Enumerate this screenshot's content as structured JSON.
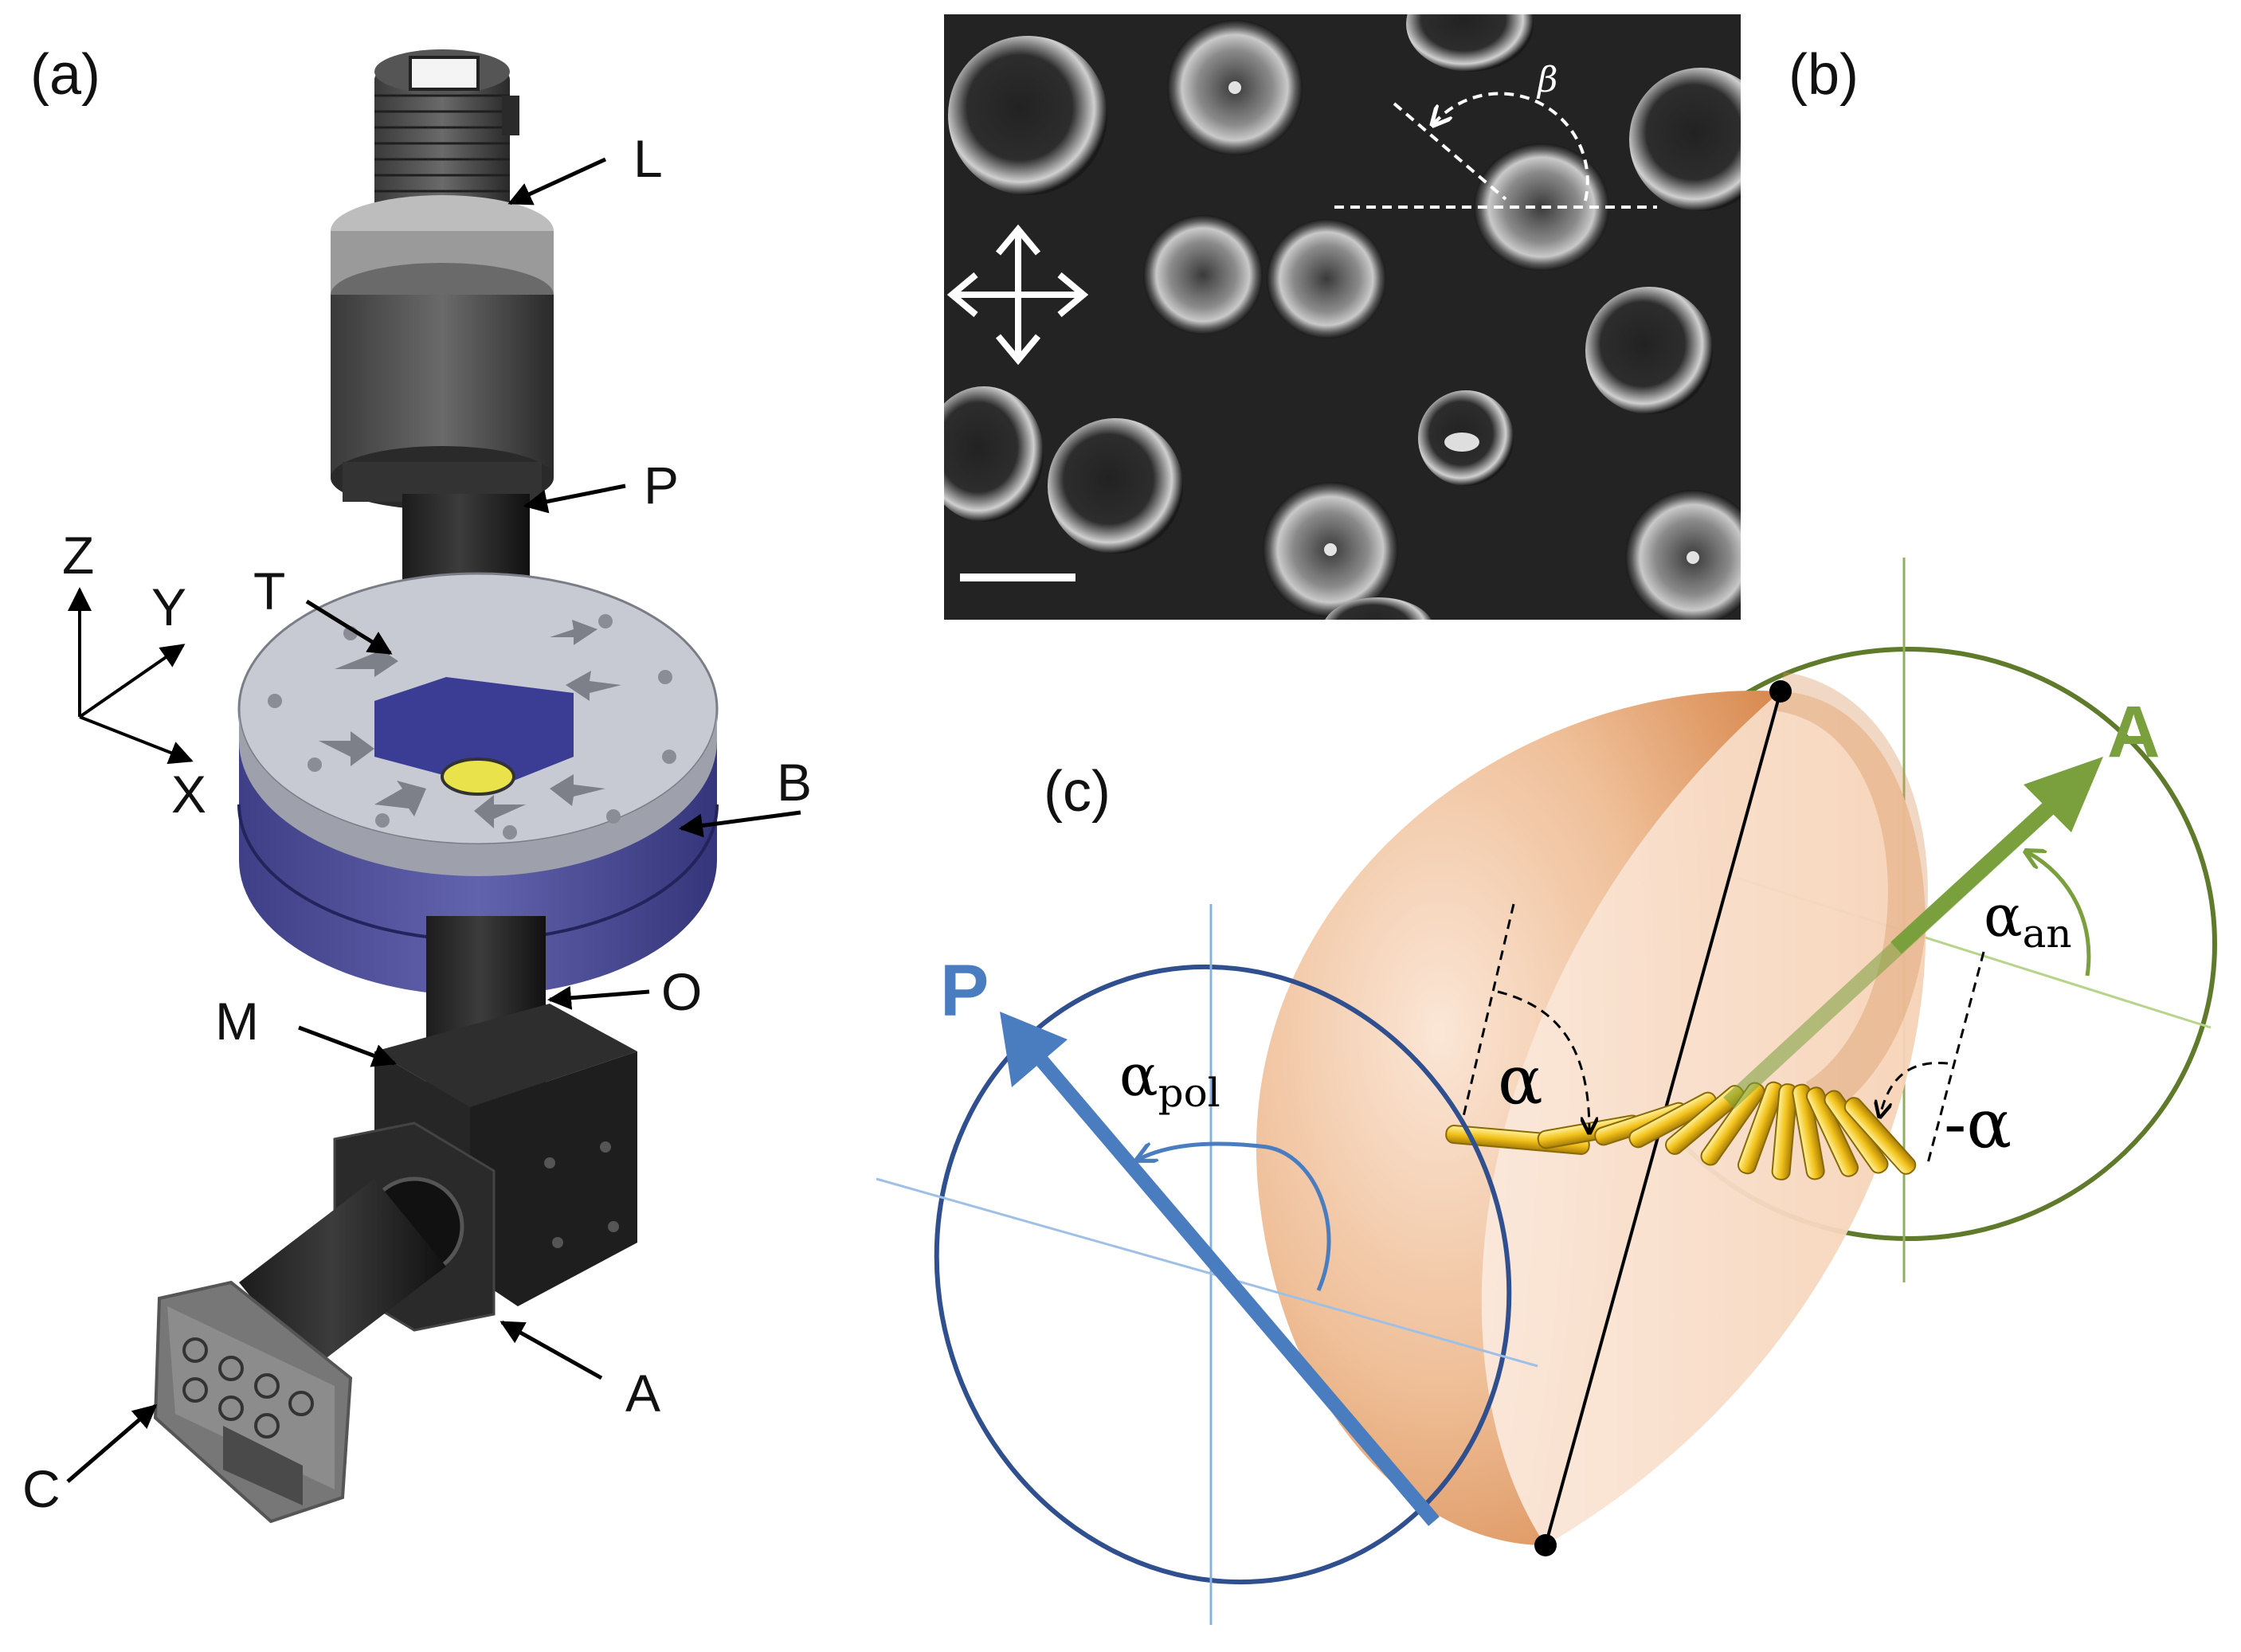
{
  "panels": {
    "a": {
      "label": "(a)",
      "parts": {
        "L": "L",
        "P": "P",
        "T": "T",
        "B": "B",
        "O": "O",
        "M": "M",
        "A": "A",
        "C": "C"
      },
      "axes": {
        "x": "X",
        "y": "Y",
        "z": "Z"
      }
    },
    "b": {
      "label": "(b)",
      "angle": "β"
    },
    "c": {
      "label": "(c)",
      "polarizer": "P",
      "analyzer": "A",
      "alpha": "α",
      "minus_alpha": "-α",
      "alpha_an_base": "α",
      "alpha_an_sub": "an",
      "alpha_pol_base": "α",
      "alpha_pol_sub": "pol"
    }
  },
  "colors": {
    "polarizer_blue": "#4a7cc0",
    "analyzer_green": "#79a03c",
    "analyzer_ring": "#5e7a2a",
    "droplet_orange": "#e3a06b",
    "stage_blue": "#55569e",
    "stage_top": "#c8cad3",
    "director_yellow": "#f2c21a"
  }
}
